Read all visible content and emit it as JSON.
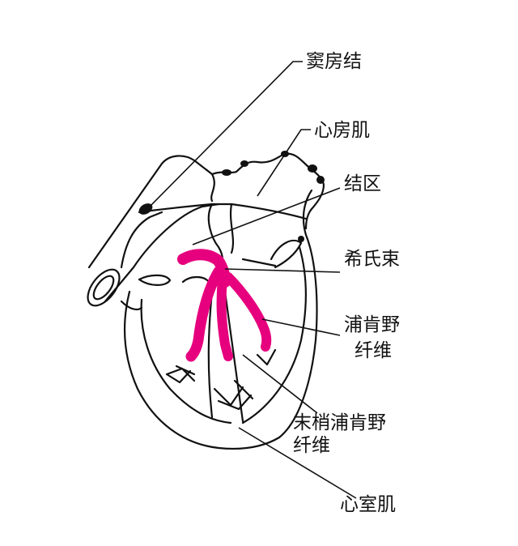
{
  "labels": {
    "sinoatrial_node": "窦房结",
    "atrial_muscle": "心房肌",
    "junctional_zone": "结区",
    "bundle_of_his": "希氏束",
    "purkinje_fibers_line1": "浦肯野",
    "purkinje_fibers_line2": "纤维",
    "terminal_purkinje_line1": "末梢浦肯野",
    "terminal_purkinje_line2": "纤维",
    "ventricular_muscle": "心室肌"
  },
  "colors": {
    "conduction_system": "#e6007e",
    "outline": "#111111"
  }
}
